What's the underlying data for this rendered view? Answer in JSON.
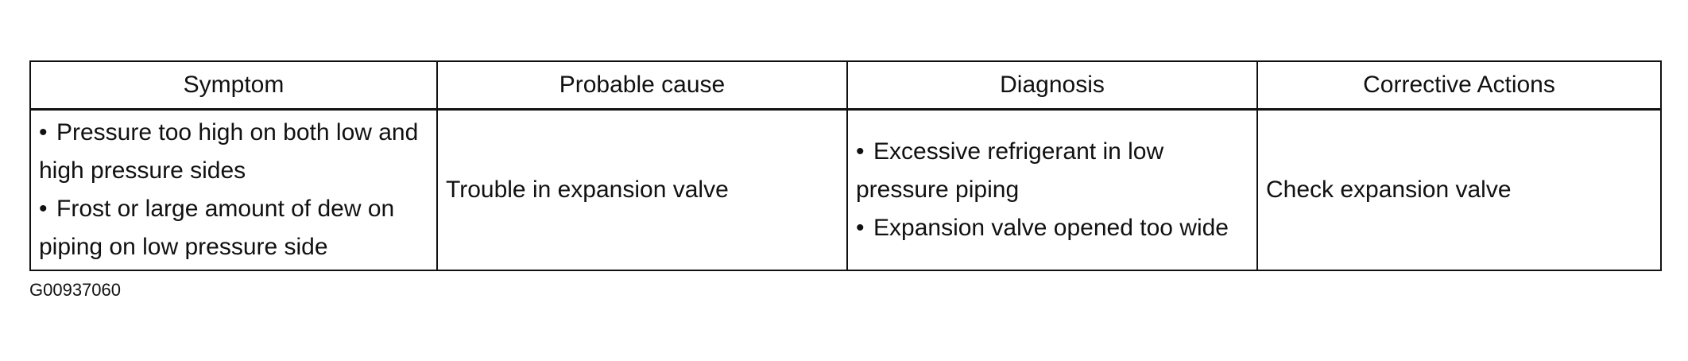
{
  "table": {
    "headers": [
      "Symptom",
      "Probable cause",
      "Diagnosis",
      "Corrective Actions"
    ],
    "row": {
      "symptom": [
        "Pressure too high on both low and high pressure sides",
        "Frost or large amount of dew on piping on low pressure side"
      ],
      "probable_cause": "Trouble in expansion valve",
      "diagnosis": [
        "Excessive refrigerant in low pressure piping",
        "Expansion valve opened too wide"
      ],
      "corrective_action": "Check expansion valve"
    }
  },
  "figure_code": "G00937060",
  "bullet_glyph": "•"
}
